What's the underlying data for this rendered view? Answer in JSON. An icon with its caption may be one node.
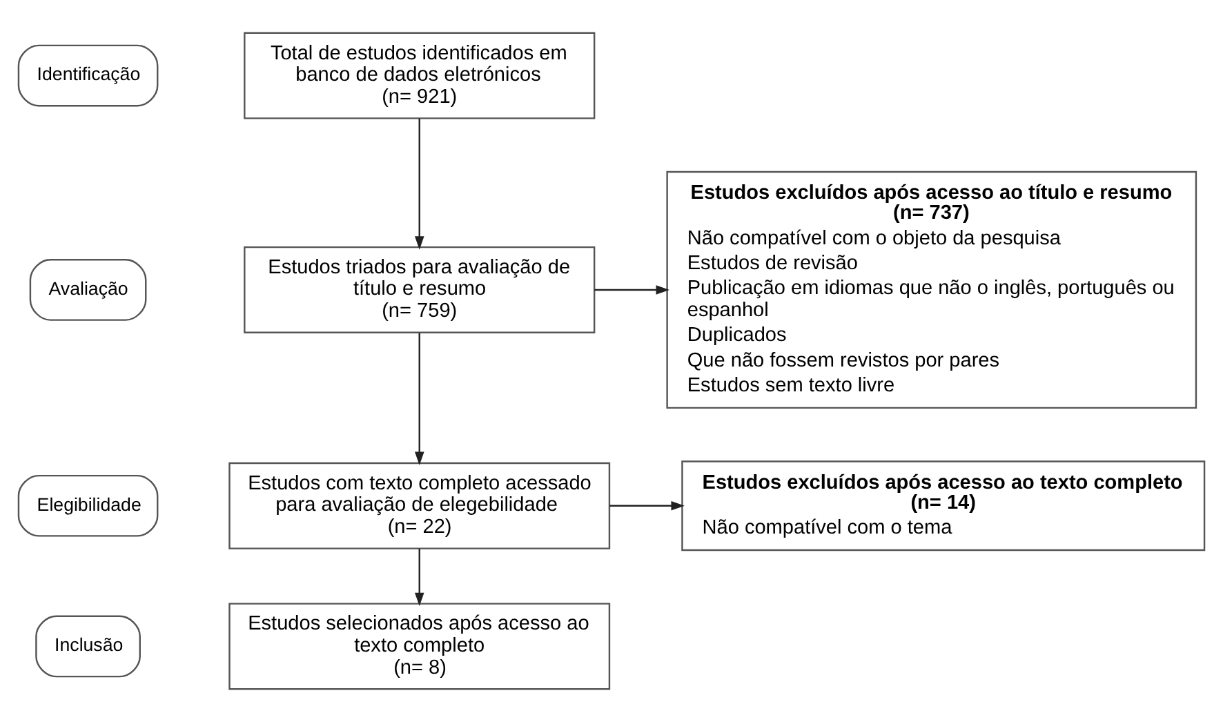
{
  "diagram": {
    "nodes": [
      {
        "text": [
          "Identificação"
        ]
      },
      {
        "text": [
          "Total de estudos identificados em banco de dados eletrónicos",
          "(n= 921)"
        ]
      },
      {
        "text": [
          "Avaliação"
        ]
      },
      {
        "text": [
          "Estudos triados para avaliação de título e resumo",
          "(n= 759)"
        ]
      },
      {
        "text": [
          "Estudos excluídos após acesso ao título e resumo (n= 737)",
          "Não compatível com o objeto da pesquisa",
          "Estudos de revisão",
          "Publicação em idiomas que não o inglês, português ou espanhol",
          "Duplicados",
          "Que não fossem revistos por pares",
          "Estudos sem texto livre"
        ]
      },
      {
        "text": [
          "Elegibilidade"
        ]
      },
      {
        "text": [
          "Estudos com texto completo acessado para avaliação de elegebilidade",
          "(n= 22)"
        ]
      },
      {
        "text": [
          "Estudos excluídos após acesso ao texto completo (n= 14)",
          "Não compatível com o tema"
        ]
      },
      {
        "text": [
          "Inclusão"
        ]
      },
      {
        "text": [
          "Estudos selecionados após acesso ao texto completo",
          "(n= 8)"
        ]
      }
    ],
    "edges": [
      {
        "from": 1,
        "to": 3,
        "arrow": "to"
      },
      {
        "from": 3,
        "to": 4,
        "arrow": "to"
      },
      {
        "from": 3,
        "to": 6,
        "arrow": "to"
      },
      {
        "from": 6,
        "to": 7,
        "arrow": "to"
      },
      {
        "from": 6,
        "to": 9,
        "arrow": "to"
      }
    ]
  }
}
